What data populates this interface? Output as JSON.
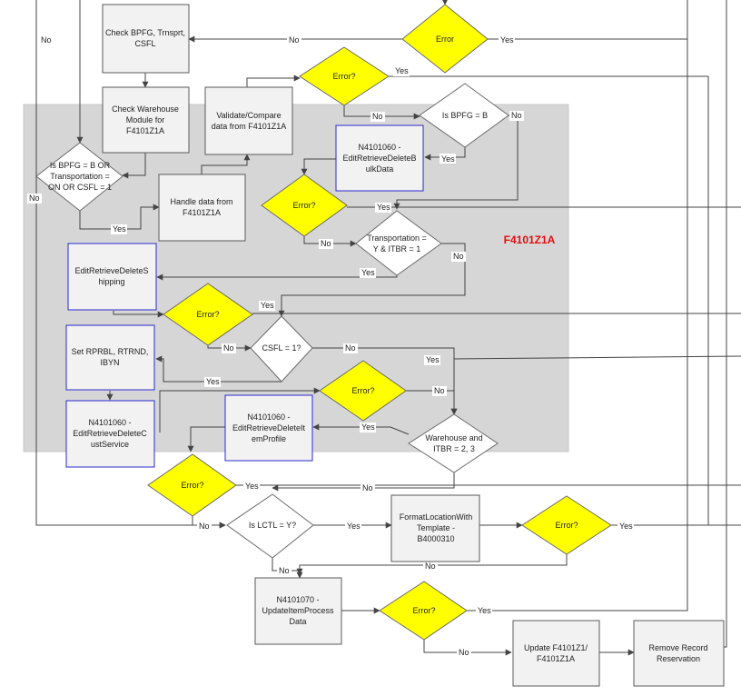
{
  "colors": {
    "box_fill": "#f2f2f2",
    "box_stroke": "#5a5a5a",
    "blue_stroke": "#2b2bd0",
    "decision_white": "#ffffff",
    "decision_yellow": "#ffff00",
    "group_fill": "#d6d6d6",
    "title_red": "#e01010"
  },
  "group": {
    "title": "F4101Z1A"
  },
  "nodes": {
    "check_bpfg": [
      "Check BPFG, Trnsprt,",
      "CSFL"
    ],
    "check_warehouse": [
      "Check Warehouse",
      "Module for",
      "F4101Z1A"
    ],
    "validate": [
      "Validate/Compare",
      "data from F4101Z1A"
    ],
    "handle_data": [
      "Handle data from",
      "F4101Z1A"
    ],
    "edit_bulk": [
      "N4101060 -",
      "EditRetrieveDeleteB",
      "ulkData"
    ],
    "edit_shipping": [
      "EditRetrieveDeleteS",
      "hipping"
    ],
    "set_rprbl": [
      "Set RPRBL, RTRND,",
      "IBYN"
    ],
    "edit_custservice": [
      "N4101060 -",
      "EditRetrieveDeleteC",
      "ustService"
    ],
    "edit_itemprofile": [
      "N4101060 -",
      "EditRetrieveDeleteIt",
      "emProfile"
    ],
    "format_location": [
      "FormatLocationWith",
      "Template -",
      "B4000310"
    ],
    "update_item": [
      "N4101070 -",
      "UpdateItemProcess",
      "Data"
    ],
    "update_f4101": [
      "Update F4101Z1/",
      "F4101Z1A"
    ],
    "remove_record": [
      "Remove Record",
      "Reservation"
    ],
    "d_error_top": [
      "Error"
    ],
    "d_error2": [
      "Error?"
    ],
    "d_isbpfg_b": [
      "Is BPFG = B"
    ],
    "d_isbpfg_or": [
      "Is BPFG = B OR",
      "Transportation =",
      "ON OR CSFL = 1"
    ],
    "d_error3": [
      "Error?"
    ],
    "d_transport": [
      "Transportation =",
      "Y & ITBR = 1"
    ],
    "d_error4": [
      "Error?"
    ],
    "d_csfl": [
      "CSFL = 1?"
    ],
    "d_error5": [
      "Error?"
    ],
    "d_warehouse": [
      "Warehouse and",
      "ITBR = 2, 3"
    ],
    "d_error6": [
      "Error?"
    ],
    "d_lctl": [
      "Is LCTL = Y?"
    ],
    "d_error7": [
      "Error?"
    ],
    "d_error8": [
      "Error?"
    ]
  },
  "edges": {
    "yes": "Yes",
    "no": "No"
  }
}
